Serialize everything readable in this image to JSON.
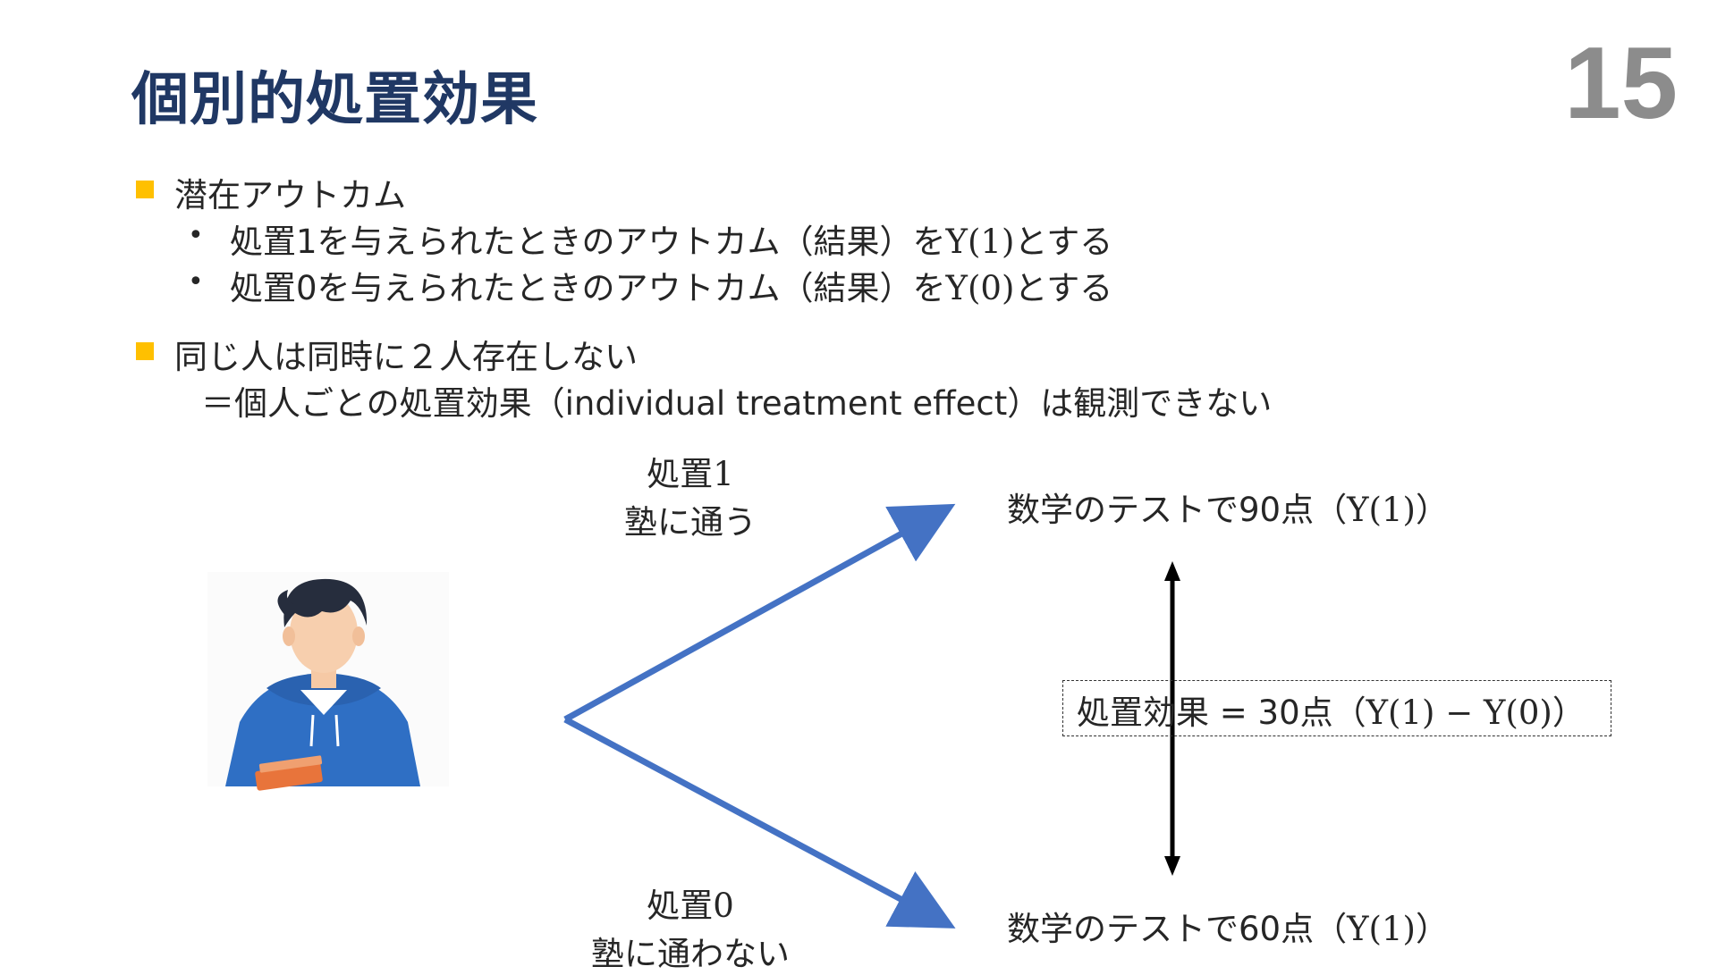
{
  "slide": {
    "title": "個別的処置効果",
    "page_number": "15"
  },
  "bullets": {
    "b1": "潜在アウトカム",
    "b1_sub1_pre": "処置1を与えられたときのアウトカム（結果）を",
    "b1_sub1_math": "Y(1)",
    "b1_sub1_post": "とする",
    "b1_sub2_pre": "処置0を与えられたときのアウトカム（結果）を",
    "b1_sub2_math": "Y(0)",
    "b1_sub2_post": "とする",
    "b2": "同じ人は同時に２人存在しない",
    "b2_cont": "＝個人ごとの処置効果（individual treatment effect）は観測できない"
  },
  "diagram": {
    "treat1_line1": "処置1",
    "treat1_line2": "塾に通う",
    "treat0_line1": "処置0",
    "treat0_line2": "塾に通わない",
    "outcome1_pre": "数学のテストで90点（",
    "outcome1_math": "Y(1)",
    "outcome1_post": "）",
    "outcome0_pre": "数学のテストで60点（",
    "outcome0_math": "Y(1)",
    "outcome0_post": "）",
    "effect_pre": "処置効果 = 30点（",
    "effect_math": "Y(1) − Y(0)",
    "effect_post": "）",
    "arrow_color": "#4472c4"
  }
}
